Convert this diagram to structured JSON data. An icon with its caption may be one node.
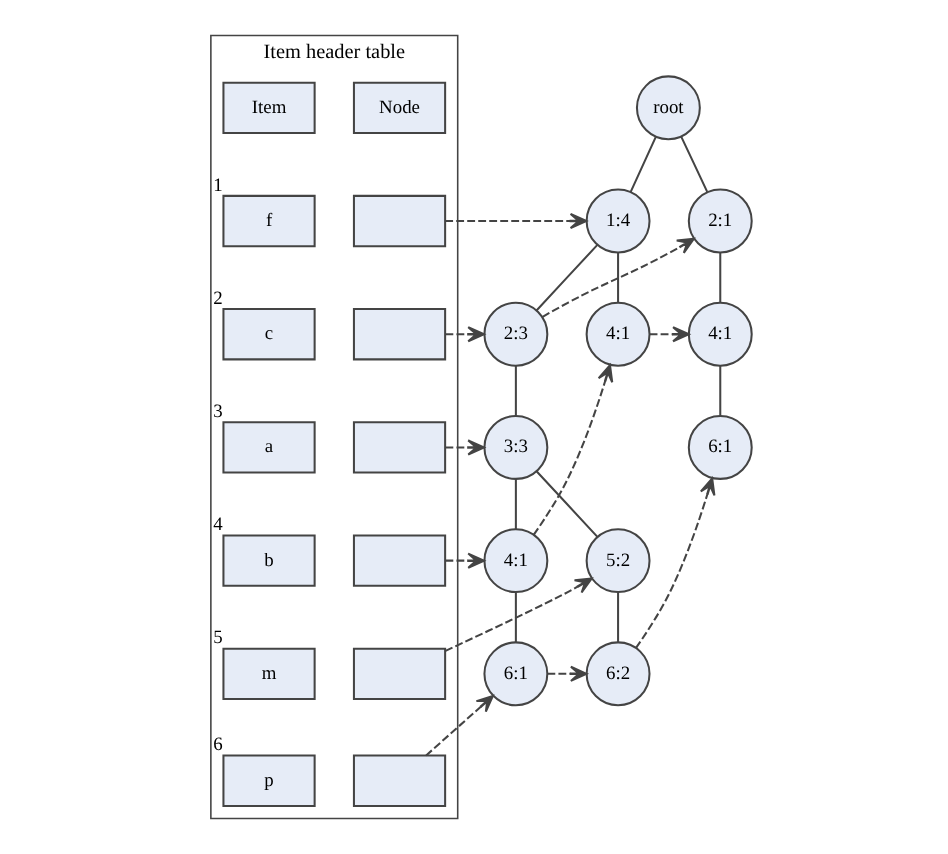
{
  "diagram": {
    "nodes": [
      {
        "text": [
          "Item header table"
        ]
      },
      {
        "text": [
          "Item"
        ],
        "in": 0
      },
      {
        "text": [
          "Node"
        ],
        "in": 0
      },
      {
        "text": [
          "f"
        ],
        "in": 0,
        "beside": [
          "1"
        ]
      },
      {
        "text": [],
        "shape": "box",
        "in": 0
      },
      {
        "text": [
          "c"
        ],
        "in": 0,
        "beside": [
          "2"
        ]
      },
      {
        "text": [],
        "shape": "box",
        "in": 0
      },
      {
        "text": [
          "a"
        ],
        "in": 0,
        "beside": [
          "3"
        ]
      },
      {
        "text": [],
        "shape": "box",
        "in": 0
      },
      {
        "text": [
          "b"
        ],
        "in": 0,
        "beside": [
          "4"
        ]
      },
      {
        "text": [],
        "shape": "box",
        "in": 0
      },
      {
        "text": [
          "m"
        ],
        "in": 0,
        "beside": [
          "5"
        ]
      },
      {
        "text": [],
        "shape": "box",
        "in": 0
      },
      {
        "text": [
          "p"
        ],
        "in": 0,
        "beside": [
          "6"
        ]
      },
      {
        "text": [],
        "shape": "box",
        "in": 0
      },
      {
        "text": [
          "root"
        ]
      },
      {
        "text": [
          "1:4"
        ]
      },
      {
        "text": [
          "2:1"
        ]
      },
      {
        "text": [
          "2:3"
        ]
      },
      {
        "text": [
          "4:1"
        ]
      },
      {
        "text": [
          "4:1"
        ]
      },
      {
        "text": [
          "3:3"
        ]
      },
      {
        "text": [
          "6:1"
        ]
      },
      {
        "text": [
          "4:1"
        ]
      },
      {
        "text": [
          "5:2"
        ]
      },
      {
        "text": [
          "6:1"
        ]
      },
      {
        "text": [
          "6:2"
        ]
      }
    ],
    "edges": [
      {
        "from": 15,
        "to": 16,
        "arrow": "none"
      },
      {
        "from": 15,
        "to": 17,
        "arrow": "none"
      },
      {
        "from": 16,
        "to": 18,
        "arrow": "none"
      },
      {
        "from": 16,
        "to": 19,
        "arrow": "none"
      },
      {
        "from": 17,
        "to": 20,
        "arrow": "none"
      },
      {
        "from": 18,
        "to": 21,
        "arrow": "none"
      },
      {
        "from": 20,
        "to": 22,
        "arrow": "none"
      },
      {
        "from": 21,
        "to": 23,
        "arrow": "none"
      },
      {
        "from": 21,
        "to": 24,
        "arrow": "none"
      },
      {
        "from": 23,
        "to": 25,
        "arrow": "none"
      },
      {
        "from": 24,
        "to": 26,
        "arrow": "none"
      },
      {
        "from": 4,
        "to": 16,
        "arrow": "to",
        "style": "dashed"
      },
      {
        "from": 6,
        "to": 18,
        "arrow": "to",
        "style": "dashed"
      },
      {
        "from": 8,
        "to": 21,
        "arrow": "to",
        "style": "dashed"
      },
      {
        "from": 10,
        "to": 23,
        "arrow": "to",
        "style": "dashed"
      },
      {
        "from": 12,
        "to": 24,
        "arrow": "to",
        "style": "dashed"
      },
      {
        "from": 14,
        "to": 25,
        "arrow": "to",
        "style": "dashed"
      },
      {
        "from": 18,
        "to": 17,
        "arrow": "to",
        "style": "dashed"
      },
      {
        "from": 23,
        "to": 19,
        "arrow": "to",
        "style": "dashed"
      },
      {
        "from": 19,
        "to": 20,
        "arrow": "to",
        "style": "dashed"
      },
      {
        "from": 25,
        "to": 26,
        "arrow": "to",
        "style": "dashed"
      },
      {
        "from": 26,
        "to": 22,
        "arrow": "to",
        "style": "dashed"
      }
    ]
  }
}
